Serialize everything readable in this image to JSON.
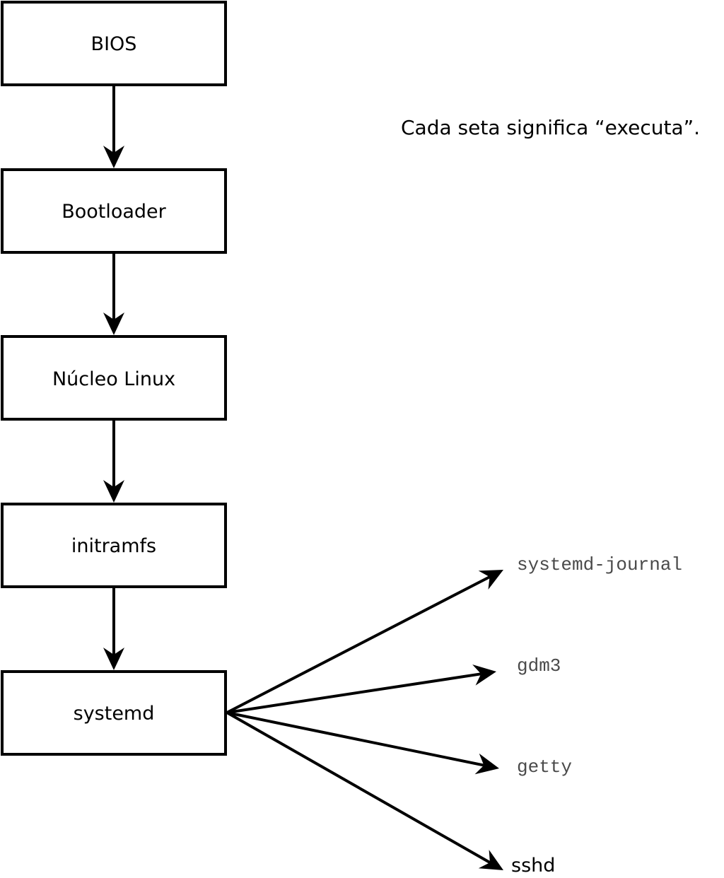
{
  "legend_note": "Cada seta significa “executa”.",
  "boot_chain": [
    {
      "id": "bios",
      "label": "BIOS"
    },
    {
      "id": "bootloader",
      "label": "Bootloader"
    },
    {
      "id": "kernel",
      "label": "Núcleo Linux"
    },
    {
      "id": "initramfs",
      "label": "initramfs"
    },
    {
      "id": "systemd",
      "label": "systemd"
    }
  ],
  "services": [
    {
      "id": "systemd-journal",
      "label": "systemd-journal",
      "font": "mono"
    },
    {
      "id": "gdm3",
      "label": "gdm3",
      "font": "mono"
    },
    {
      "id": "getty",
      "label": "getty",
      "font": "mono"
    },
    {
      "id": "sshd",
      "label": "sshd",
      "font": "sans"
    }
  ],
  "edges": [
    {
      "from": "bios",
      "to": "bootloader"
    },
    {
      "from": "bootloader",
      "to": "kernel"
    },
    {
      "from": "kernel",
      "to": "initramfs"
    },
    {
      "from": "initramfs",
      "to": "systemd"
    },
    {
      "from": "systemd",
      "to": "systemd-journal"
    },
    {
      "from": "systemd",
      "to": "gdm3"
    },
    {
      "from": "systemd",
      "to": "getty"
    },
    {
      "from": "systemd",
      "to": "sshd"
    }
  ],
  "colors": {
    "stroke": "#000000",
    "box_fill": "#ffffff",
    "mono_text": "#4a4a4a"
  }
}
